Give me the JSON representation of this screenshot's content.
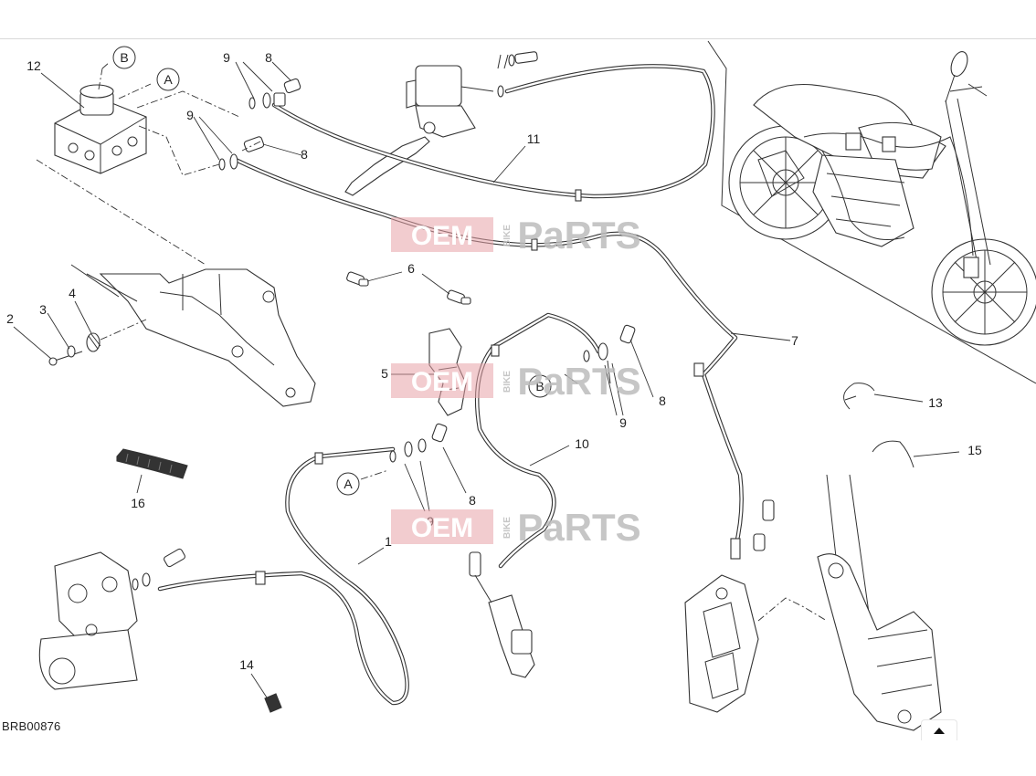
{
  "diagram": {
    "drawing_code": "BRB00876",
    "watermark": {
      "left": "OEM",
      "middle": "BIKE",
      "right": "PaRTS"
    },
    "parts": [
      {
        "ref": "1"
      },
      {
        "ref": "2"
      },
      {
        "ref": "3"
      },
      {
        "ref": "4"
      },
      {
        "ref": "5"
      },
      {
        "ref": "6"
      },
      {
        "ref": "7"
      },
      {
        "ref": "8"
      },
      {
        "ref": "9"
      },
      {
        "ref": "10"
      },
      {
        "ref": "11"
      },
      {
        "ref": "12"
      },
      {
        "ref": "13"
      },
      {
        "ref": "14"
      },
      {
        "ref": "15"
      },
      {
        "ref": "16"
      }
    ],
    "callouts": [
      "A",
      "B"
    ]
  },
  "controls": {
    "scroll_top_icon": "chevron-up-icon"
  },
  "colors": {
    "line": "#333333",
    "watermark": "#e8a3a8",
    "background": "#ffffff"
  }
}
